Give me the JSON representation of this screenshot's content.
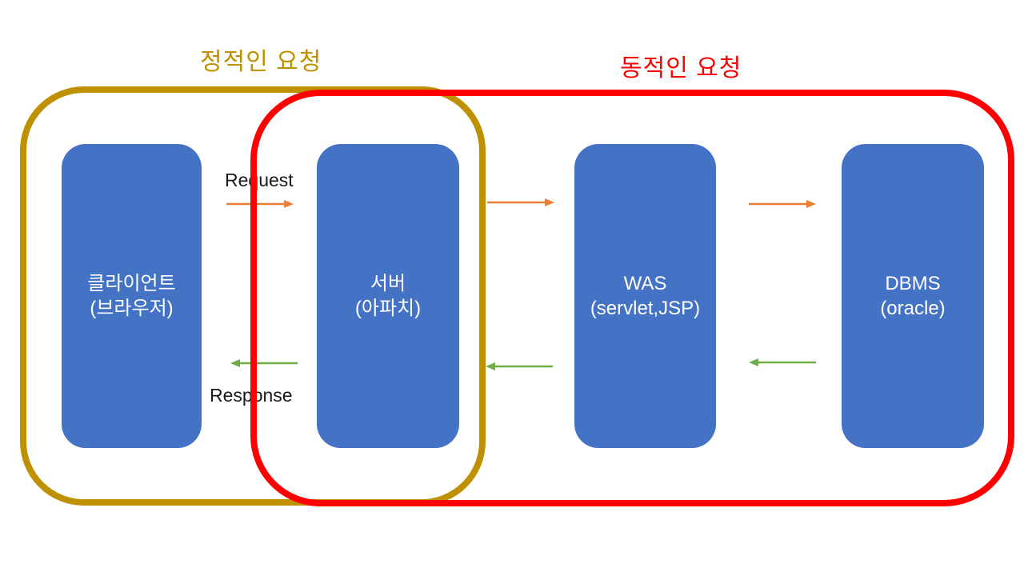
{
  "groups": {
    "static_request": {
      "label": "정적인 요청",
      "color": "#BF9000"
    },
    "dynamic_request": {
      "label": "동적인 요청",
      "color": "#FF0000"
    }
  },
  "nodes": [
    {
      "id": "client",
      "line1": "클라이언트",
      "line2": "(브라우저)"
    },
    {
      "id": "server",
      "line1": "서버",
      "line2": "(아파치)"
    },
    {
      "id": "was",
      "line1": "WAS",
      "line2": "(servlet,JSP)"
    },
    {
      "id": "dbms",
      "line1": "DBMS",
      "line2": "(oracle)"
    }
  ],
  "node_style": {
    "fill": "#4472C4",
    "text_color": "#FFFFFF"
  },
  "flow": {
    "request_label": "Request",
    "response_label": "Response",
    "forward_color": "#ED7D31",
    "backward_color": "#70AD47"
  }
}
